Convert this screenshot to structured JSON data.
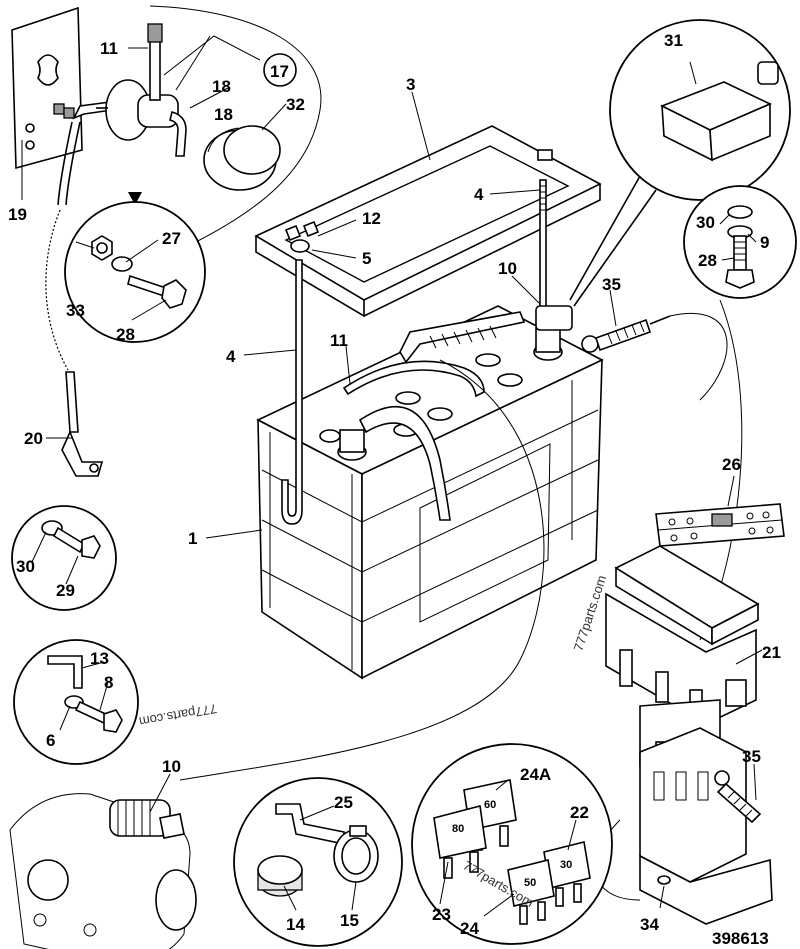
{
  "labels": {
    "p1": "1",
    "p3": "3",
    "p4a": "4",
    "p4b": "4",
    "p5": "5",
    "p6": "6",
    "p8": "8",
    "p9": "9",
    "p10a": "10",
    "p10b": "10",
    "p11a": "11",
    "p11b": "11",
    "p12": "12",
    "p13": "13",
    "p14": "14",
    "p15": "15",
    "p17": "17",
    "p18a": "18",
    "p18b": "18",
    "p19": "19",
    "p20": "20",
    "p21": "21",
    "p22": "22",
    "p23": "23",
    "p24": "24",
    "p24a": "24A",
    "p25": "25",
    "p26": "26",
    "p27": "27",
    "p28a": "28",
    "p28b": "28",
    "p29": "29",
    "p30a": "30",
    "p30b": "30",
    "p31": "31",
    "p32": "32",
    "p33": "33",
    "p34": "34",
    "p35a": "35",
    "p35b": "35"
  },
  "fuse_values": {
    "f60": "60",
    "f80": "80",
    "f30": "30",
    "f50": "50"
  },
  "watermarks": {
    "w1": "777parts.com",
    "w2": "777parts.com",
    "w3": "777parts.com"
  },
  "drawing_number": "398613"
}
